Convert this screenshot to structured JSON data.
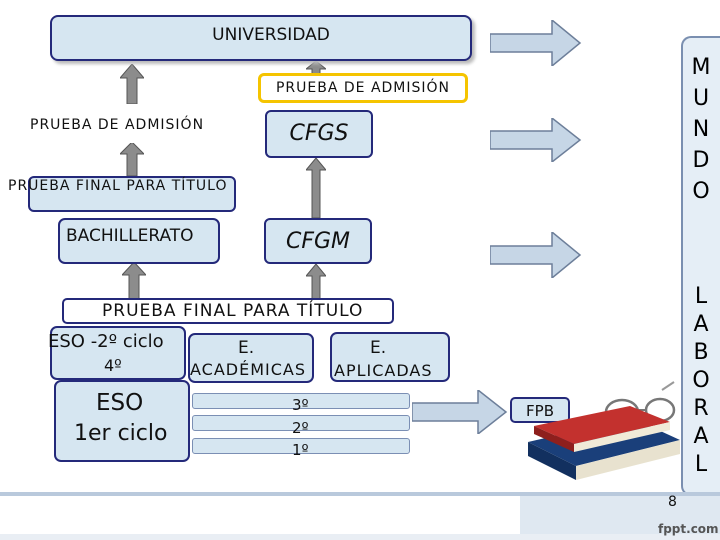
{
  "universidad": "UNIVERSIDAD",
  "prueba_admision_right": "PRUEBA DE ADMISIÓN",
  "prueba_admision_left": "PRUEBA DE ADMISIÓN",
  "cfgs": "CFGS",
  "prueba_final_left": "PRUEBA FINAL PARA TÍTULO",
  "bachillerato": "BACHILLERATO",
  "cfgm": "CFGM",
  "prueba_final_mid": "PRUEBA FINAL PARA TÍTULO",
  "eso_segundo": {
    "line1": "ESO -2º ciclo",
    "line2": "4º"
  },
  "e_academicas": {
    "line1": "E.",
    "line2": "ACADÉMICAS"
  },
  "e_aplicadas": {
    "line1": "E.",
    "line2": "APLICADAS"
  },
  "eso_primero": {
    "line1": "ESO",
    "line2": "1er ciclo"
  },
  "cursos": {
    "tercero": "3º",
    "segundo": "2º",
    "primero": "1º"
  },
  "fpb": "FPB",
  "mundo": [
    "M",
    "U",
    "N",
    "D",
    "O"
  ],
  "laboral": [
    "L",
    "A",
    "B",
    "O",
    "R",
    "A",
    "L"
  ],
  "slide_number": "8",
  "logo": "fppt.com",
  "colors": {
    "box_fill": "#d6e6f1",
    "box_border": "#24297a",
    "admission_border": "#f5c400",
    "arrow_fill": "#888888"
  }
}
